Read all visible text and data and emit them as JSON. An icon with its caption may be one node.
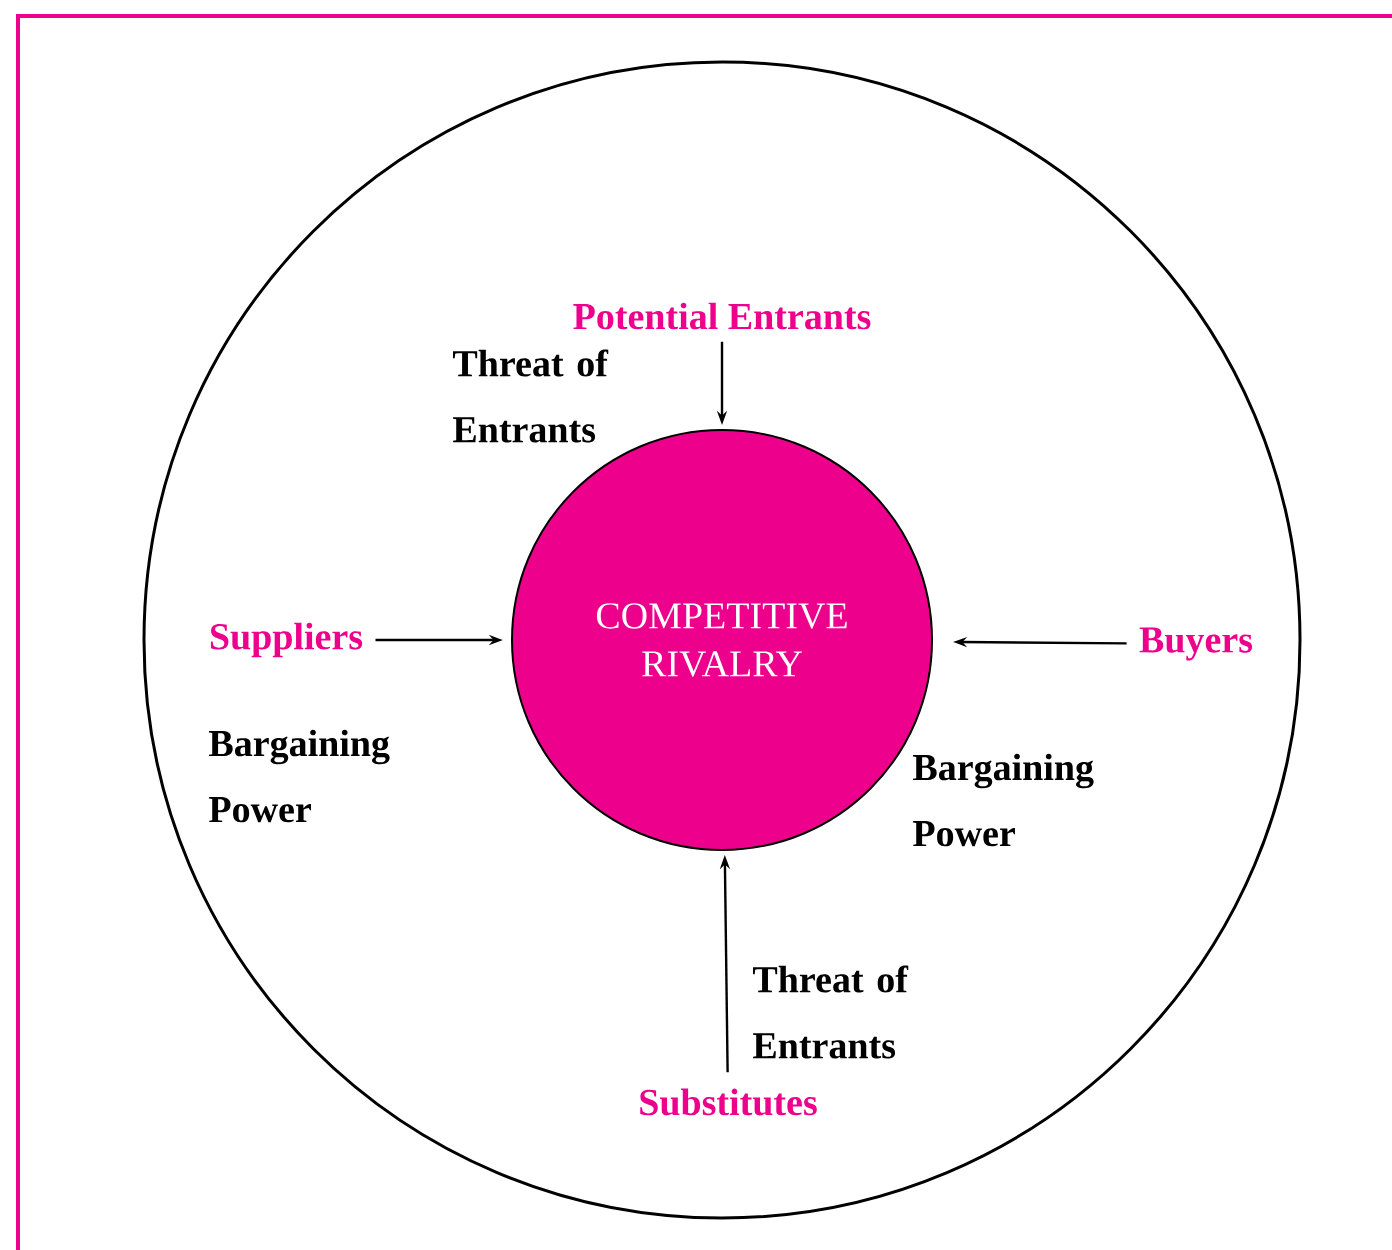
{
  "diagram": {
    "nodes": [
      {
        "text": [
          "COMPETITIVE RIVALRY"
        ]
      },
      {
        "text": [
          "Potential Entrants"
        ]
      },
      {
        "text": [
          "Suppliers"
        ]
      },
      {
        "text": [
          "Buyers"
        ]
      },
      {
        "text": [
          "Substitutes"
        ]
      }
    ],
    "edges": [
      {
        "from": 1,
        "to": 0,
        "arrow": "to",
        "label": "Threat of Entrants"
      },
      {
        "from": 2,
        "to": 0,
        "arrow": "to",
        "label": "Bargaining Power"
      },
      {
        "from": 3,
        "to": 0,
        "arrow": "to",
        "label": "Bargaining Power"
      },
      {
        "from": 4,
        "to": 0,
        "arrow": "to",
        "label": "Threat of Entrants"
      }
    ]
  }
}
